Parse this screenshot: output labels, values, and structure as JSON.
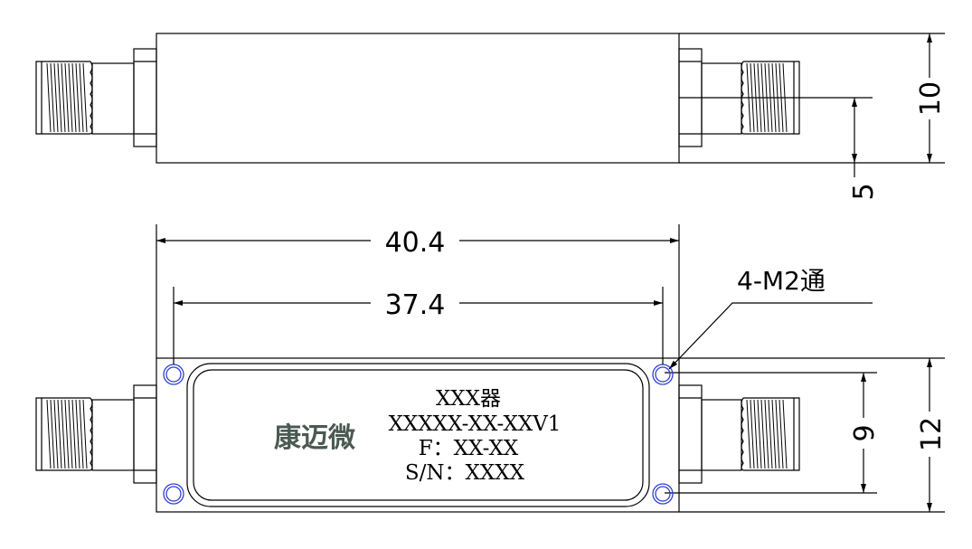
{
  "dimensions": {
    "width_total": "40.4",
    "hole_spacing_x": "37.4",
    "height_side": "10",
    "connector_center": "5",
    "hole_spacing_y": "9",
    "height_top": "12",
    "mount_holes": "4-M2通"
  },
  "label": {
    "line1": "XXX器",
    "line2": "XXXXX-XX-XXV1",
    "line3": "F：XX-XX",
    "line4": "S/N：XXXX"
  },
  "brand": "康迈微",
  "colors": {
    "line": "#000000",
    "hole": "#2f3fd0",
    "brand": "#4a5a52"
  }
}
